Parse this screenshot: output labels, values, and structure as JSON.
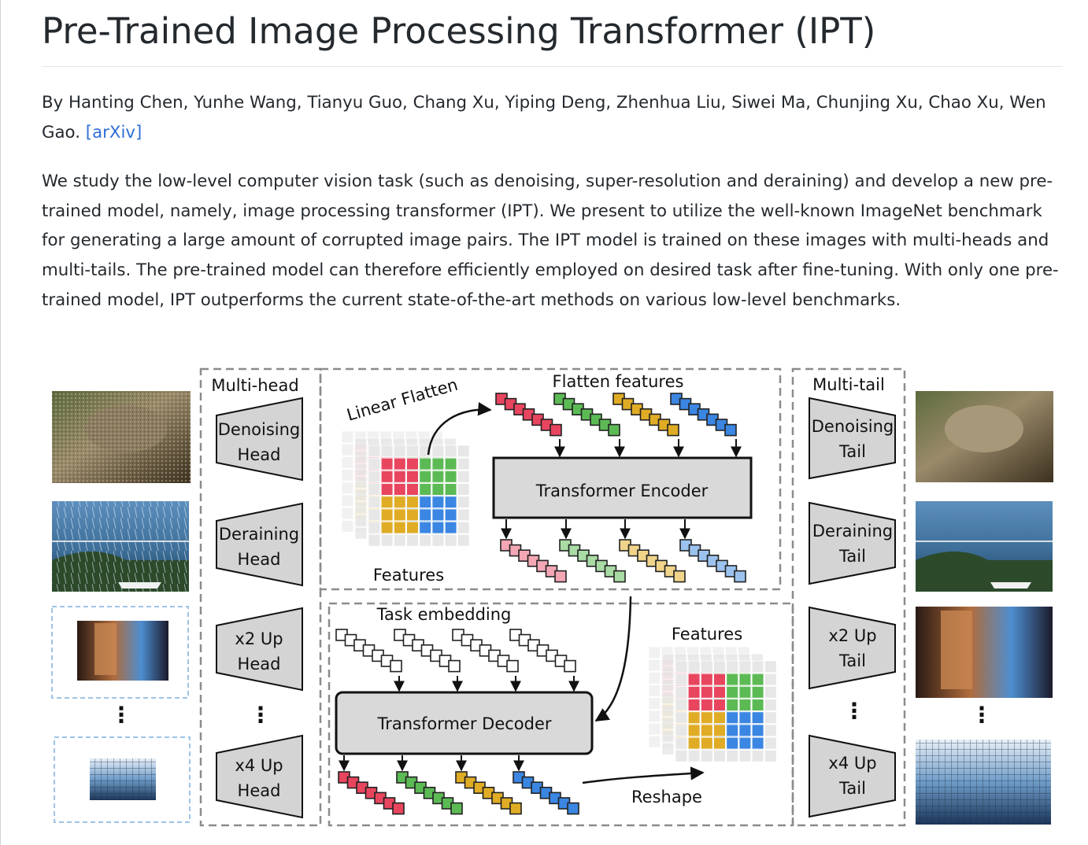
{
  "title": "Pre-Trained Image Processing Transformer (IPT)",
  "authors": {
    "text": "By Hanting Chen, Yunhe Wang, Tianyu Guo, Chang Xu, Yiping Deng, Zhenhua Liu, Siwei Ma, Chunjing Xu, Chao Xu, Wen Gao.",
    "link_label": "[arXiv]"
  },
  "abstract": "We study the low-level computer vision task (such as denoising, super-resolution and deraining) and develop a new pre-trained model, namely, image processing transformer (IPT). We present to utilize the well-known ImageNet benchmark for generating a large amount of corrupted image pairs. The IPT model is trained on these images with multi-heads and multi-tails. The pre-trained model can therefore efficiently employed on desired task after fine-tuning. With only one pre-trained model, IPT outperforms the current state-of-the-art methods on various low-level benchmarks.",
  "figure": {
    "multi_head_label": "Multi-head",
    "multi_tail_label": "Multi-tail",
    "heads": [
      {
        "line1": "Denoising",
        "line2": "Head"
      },
      {
        "line1": "Deraining",
        "line2": "Head"
      },
      {
        "line1": "x2 Up",
        "line2": "Head"
      },
      {
        "line1": "x4 Up",
        "line2": "Head"
      }
    ],
    "tails": [
      {
        "line1": "Denoising",
        "line2": "Tail"
      },
      {
        "line1": "Deraining",
        "line2": "Tail"
      },
      {
        "line1": "x2 Up",
        "line2": "Tail"
      },
      {
        "line1": "x4 Up",
        "line2": "Tail"
      }
    ],
    "linear_flatten_label": "Linear Flatten",
    "flatten_features_label": "Flatten features",
    "features_label": "Features",
    "encoder_label": "Transformer Encoder",
    "task_embedding_label": "Task embedding",
    "decoder_label": "Transformer Decoder",
    "features_label_2": "Features",
    "reshape_label": "Reshape",
    "ellipsis": "⋮",
    "colors": {
      "red": "#e8455f",
      "green": "#5cba55",
      "yellow": "#e0ac25",
      "blue": "#3a86e2",
      "red_light": "#f3a7b5",
      "green_light": "#a9dba5",
      "yellow_light": "#f0d48a",
      "blue_light": "#9cc3f0"
    }
  }
}
